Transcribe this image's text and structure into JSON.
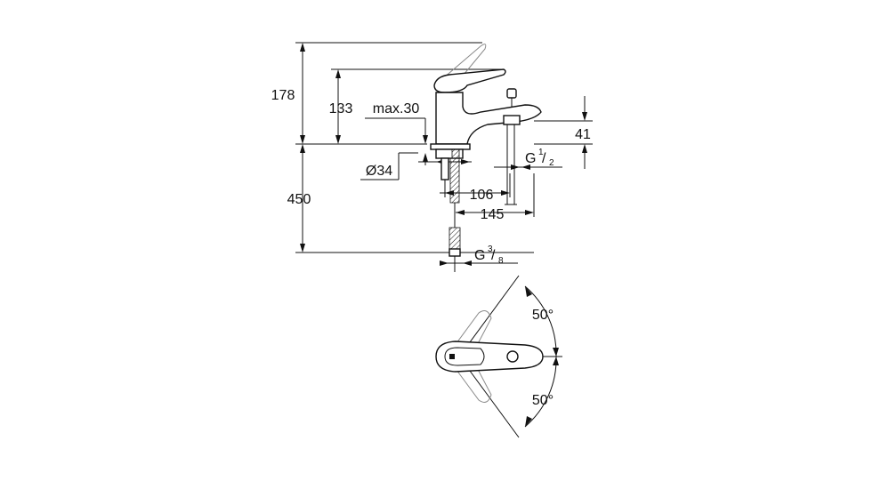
{
  "diagram": {
    "dimensions": {
      "total_height": "178",
      "lever_height": "133",
      "max_thickness": "max.30",
      "spout_height": "41",
      "hole_diameter": "Ø34",
      "spout_thread_g": "G",
      "spout_thread_num": "1",
      "spout_thread_den": "2",
      "spout_offset": "106",
      "spout_reach": "145",
      "hose_length": "450",
      "hose_thread_g": "G",
      "hose_thread_num": "3",
      "hose_thread_den": "8"
    },
    "angles": {
      "upper": "50°",
      "lower": "50°"
    }
  }
}
